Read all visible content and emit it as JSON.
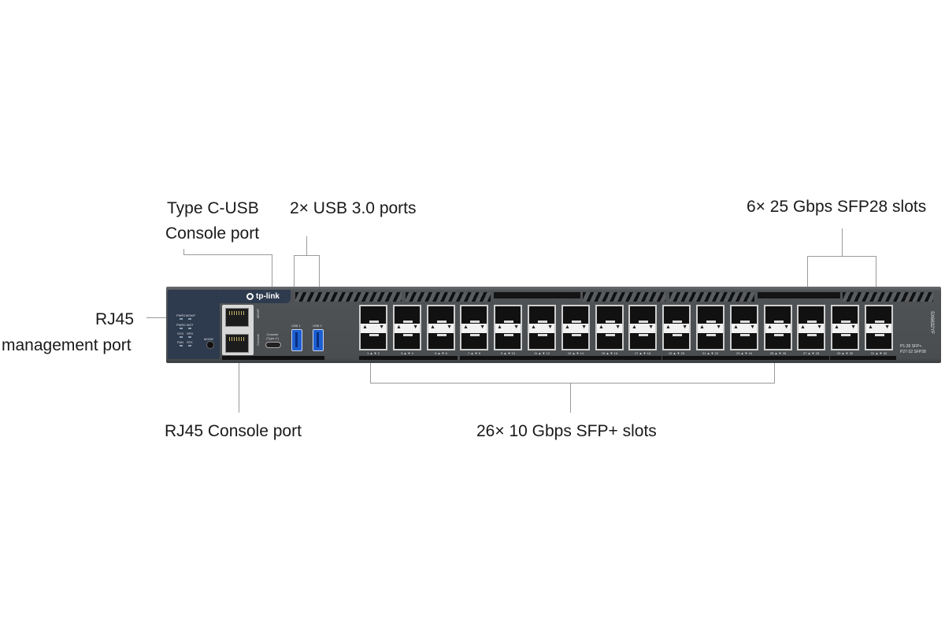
{
  "callouts": {
    "type_c_usb_line1": "Type C-USB",
    "type_c_usb_line2": "Console port",
    "usb_ports": "2× USB 3.0 ports",
    "sfp28_slots": "6× 25 Gbps SFP28 slots",
    "rj45_mgmt_line1": "RJ45",
    "rj45_mgmt_line2": "management port",
    "rj45_console": "RJ45 Console port",
    "sfp_plus_slots": "26× 10 Gbps SFP+ slots"
  },
  "device": {
    "brand": "tp-link",
    "model": "SX6632YF",
    "port_legend_line1": "P1-26 SFP+",
    "port_legend_line2": "P27-32 SFP28",
    "led_labels": [
      "PWR1",
      "MGMT",
      "PWR2",
      "MST",
      "SYS",
      "SPD",
      "FAN",
      "STK"
    ],
    "mode_label": "MODE",
    "mgmt_label": "MGMT",
    "console_label": "Console",
    "usbc_label_line1": "Console",
    "usbc_label_line2": "(Type-C)",
    "usb1_label": "USB 1",
    "usb2_label": "USB 2",
    "sfp_pair_labels": [
      "1 ▲ ▼ 2",
      "3 ▲ ▼ 4",
      "5 ▲ ▼ 6",
      "7 ▲ ▼ 8",
      "9 ▲ ▼ 10",
      "11 ▲ ▼ 12",
      "13 ▲ ▼ 14",
      "15 ▲ ▼ 16",
      "17 ▲ ▼ 18",
      "19 ▲ ▼ 20",
      "21 ▲ ▼ 22",
      "23 ▲ ▼ 24",
      "25 ▲ ▼ 26",
      "27 ▲ ▼ 28",
      "29 ▲ ▼ 30",
      "31 ▲ ▼ 32"
    ]
  }
}
